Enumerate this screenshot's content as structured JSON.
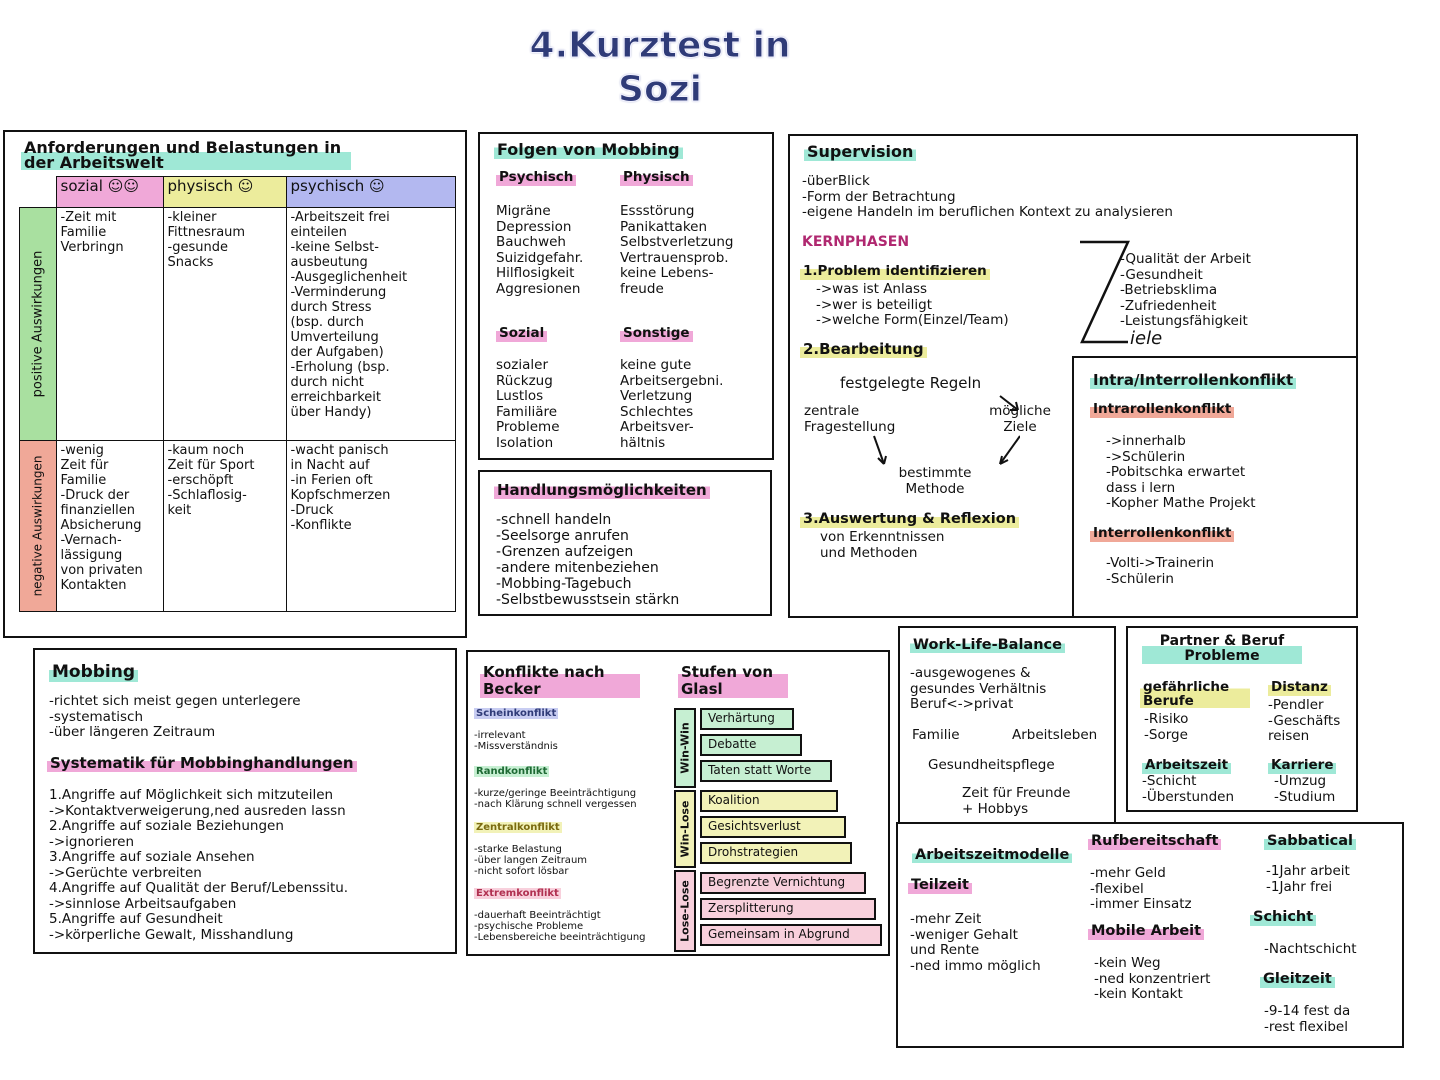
{
  "title": {
    "line1": "4.Kurztest in",
    "line2": "Sozi"
  },
  "anforderungen": {
    "heading": "Anforderungen und Belastungen in der Arbeitswelt",
    "col_sozial": "sozial",
    "col_physisch": "physisch",
    "col_psychisch": "psychisch",
    "row_positive": "positive Auswirkungen",
    "row_negative": "negative Auswirkungen",
    "pos_sozial": [
      "-Zeit mit",
      "Familie",
      "Verbringn"
    ],
    "pos_physisch": [
      "-kleiner",
      "Fittnesraum",
      "-gesunde",
      "Snacks"
    ],
    "pos_psychisch": [
      "-Arbeitszeit frei",
      "einteilen",
      "-keine Selbst-",
      "ausbeutung",
      "-Ausgeglichenheit",
      "-Verminderung",
      "durch Stress",
      "(bsp. durch",
      "Umverteilung",
      "der Aufgaben)",
      "-Erholung (bsp.",
      "durch nicht",
      "erreichbarkeit",
      "über Handy)"
    ],
    "neg_sozial": [
      "-wenig",
      "Zeit für",
      "Familie",
      "-Druck der",
      "finanziellen",
      "Absicherung",
      "-Vernach-",
      "lässigung",
      "von privaten",
      "Kontakten"
    ],
    "neg_physisch": [
      "-kaum noch",
      "Zeit für Sport",
      "-erschöpft",
      "-Schlaflosig-",
      "keit"
    ],
    "neg_psychisch": [
      "-wacht panisch",
      "in Nacht auf",
      "-in Ferien oft",
      "Kopfschmerzen",
      "-Druck",
      "-Konflikte"
    ]
  },
  "folgen": {
    "heading": "Folgen von Mobbing",
    "psychisch_h": "Psychisch",
    "physisch_h": "Physisch",
    "psychisch": [
      "Migräne",
      "Depression",
      "Bauchweh",
      "Suizidgefahr.",
      "Hilflosigkeit",
      "Aggresionen"
    ],
    "physisch": [
      "Essstörung",
      "Panikattaken",
      "Selbstverletzung",
      "Vertrauensprob.",
      "keine Lebens-",
      "freude"
    ],
    "sozial_h": "Sozial",
    "sonstige_h": "Sonstige",
    "sozial": [
      "sozialer",
      "Rückzug",
      "Lustlos",
      "Familiäre",
      "Probleme",
      "Isolation"
    ],
    "sonstige": [
      "keine gute",
      "Arbeitsergebni.",
      "Verletzung",
      "Schlechtes",
      "Arbeitsver-",
      "hältnis"
    ]
  },
  "handlung": {
    "heading": "Handlungsmöglichkeiten",
    "items": [
      "-schnell handeln",
      "-Seelsorge anrufen",
      "-Grenzen aufzeigen",
      "-andere mitenbeziehen",
      "-Mobbing-Tagebuch",
      "-Selbstbewusstsein stärkn"
    ]
  },
  "supervision": {
    "heading": "Supervision",
    "intro": [
      "-überBlick",
      "-Form der Betrachtung",
      "-eigene Handeln im beruflichen Kontext zu analysieren"
    ],
    "kern": "KERNPHASEN",
    "p1": "1.Problem identifizieren",
    "p1_items": [
      "->was ist Anlass",
      "->wer is beteiligt",
      "->welche Form(Einzel/Team)"
    ],
    "ziele": [
      "-Qualität der Arbeit",
      "-Gesundheit",
      "-Betriebsklima",
      "-Zufriedenheit",
      "-Leistungsfähigkeit"
    ],
    "ziele_suffix": "iele",
    "p2": "2.Bearbeitung",
    "cycle_top": "festgelegte Regeln",
    "cycle_right": "mögliche Ziele",
    "cycle_left": "zentrale Fragestellung",
    "cycle_bottom": "bestimmte Methode",
    "p3": "3.Auswertung & Reflexion",
    "p3_text": [
      "von Erkenntnissen",
      "und Methoden"
    ]
  },
  "rollen": {
    "heading": "Intra/Interrollenkonflikt",
    "intra_h": "Intrarollenkonflikt",
    "intra": [
      "->innerhalb",
      "->Schülerin",
      "-Pobitschka erwartet",
      "dass i lern",
      "-Kopher Mathe Projekt"
    ],
    "inter_h": "Interrollenkonflikt",
    "inter": [
      "-Volti->Trainerin",
      "-Schülerin"
    ]
  },
  "mobbing": {
    "heading": "Mobbing",
    "items": [
      "-richtet sich meist gegen unterlegere",
      "-systematisch",
      "-über längeren Zeitraum"
    ],
    "sys_h": "Systematik für Mobbinghandlungen",
    "sys": [
      "1.Angriffe auf Möglichkeit sich mitzuteilen",
      "->Kontaktverweigerung,ned ausreden lassn",
      "2.Angriffe auf soziale Beziehungen",
      "->ignorieren",
      "3.Angriffe auf soziale Ansehen",
      "->Gerüchte verbreiten",
      "4.Angriffe auf Qualität der Beruf/Lebenssitu.",
      "->sinnlose Arbeitsaufgaben",
      "5.Angriffe auf Gesundheit",
      "->körperliche Gewalt, Misshandlung"
    ]
  },
  "konflikte": {
    "heading": "Konflikte nach Becker",
    "k1": "Scheinkonflikt",
    "k1_items": [
      "-irrelevant",
      "-Missverständnis"
    ],
    "k2": "Randkonflikt",
    "k2_items": [
      "-kurze/geringe Beeinträchtigung",
      "-nach Klärung schnell vergessen"
    ],
    "k3": "Zentralkonflikt",
    "k3_items": [
      "-starke Belastung",
      "-über langen Zeitraum",
      "-nicht sofort lösbar"
    ],
    "k4": "Extremkonflikt",
    "k4_items": [
      "-dauerhaft Beeinträchtigt",
      "-psychische Probleme",
      "-Lebensbereiche beeinträchtigung"
    ]
  },
  "glasl": {
    "heading": "Stufen von Glasl",
    "band1": "Win-Win",
    "band2": "Win-Lose",
    "band3": "Lose-Lose",
    "steps": [
      "Verhärtung",
      "Debatte",
      "Taten statt Worte",
      "Koalition",
      "Gesichtsverlust",
      "Drohstrategien",
      "Begrenzte Vernichtung",
      "Zersplitterung",
      "Gemeinsam in Abgrund"
    ],
    "colors": {
      "win_win": "#c6efd2",
      "win_lose": "#f2f2b8",
      "lose_lose": "#f8d0dc"
    }
  },
  "wlb": {
    "heading": "Work-Life-Balance",
    "text": [
      "-ausgewogenes &",
      "gesundes Verhältnis",
      "Beruf<->privat"
    ],
    "familie": "Familie",
    "arbeit": "Arbeitsleben",
    "gesund": "Gesundheitspflege",
    "zeit": [
      "Zeit für Freunde",
      "+ Hobbys"
    ]
  },
  "partner": {
    "heading": "Partner & Beruf Probleme",
    "gef_h": "gefährliche Berufe",
    "gef": [
      "-Risiko",
      "-Sorge"
    ],
    "dist_h": "Distanz",
    "dist": [
      "-Pendler",
      "-Geschäfts",
      "reisen"
    ],
    "az_h": "Arbeitszeit",
    "az": [
      "-Schicht",
      "-Überstunden"
    ],
    "karr_h": "Karriere",
    "karr": [
      "-Umzug",
      "-Studium"
    ]
  },
  "azm": {
    "heading": "Arbeitszeitmodelle",
    "teilzeit_h": "Teilzeit",
    "teilzeit": [
      "-mehr Zeit",
      "-weniger Gehalt",
      "und Rente",
      "-ned immo möglich"
    ],
    "ruf_h": "Rufbereitschaft",
    "ruf": [
      "-mehr Geld",
      "-flexibel",
      "-immer Einsatz"
    ],
    "mobil_h": "Mobile Arbeit",
    "mobil": [
      "-kein Weg",
      "-ned konzentriert",
      "-kein Kontakt"
    ],
    "sabb_h": "Sabbatical",
    "sabb": [
      "-1Jahr arbeit",
      "-1Jahr frei"
    ],
    "schicht_h": "Schicht",
    "schicht": [
      "-Nachtschicht"
    ],
    "gleit_h": "Gleitzeit",
    "gleit": [
      "-9-14 fest da",
      "-rest flexibel"
    ]
  },
  "colors": {
    "mint": "#9fe8d6",
    "pink": "#f0a8d8",
    "yellow": "#ecec9c",
    "lavender": "#b3b8f0",
    "salmon": "#f0a898",
    "green": "#a9e0a0"
  }
}
